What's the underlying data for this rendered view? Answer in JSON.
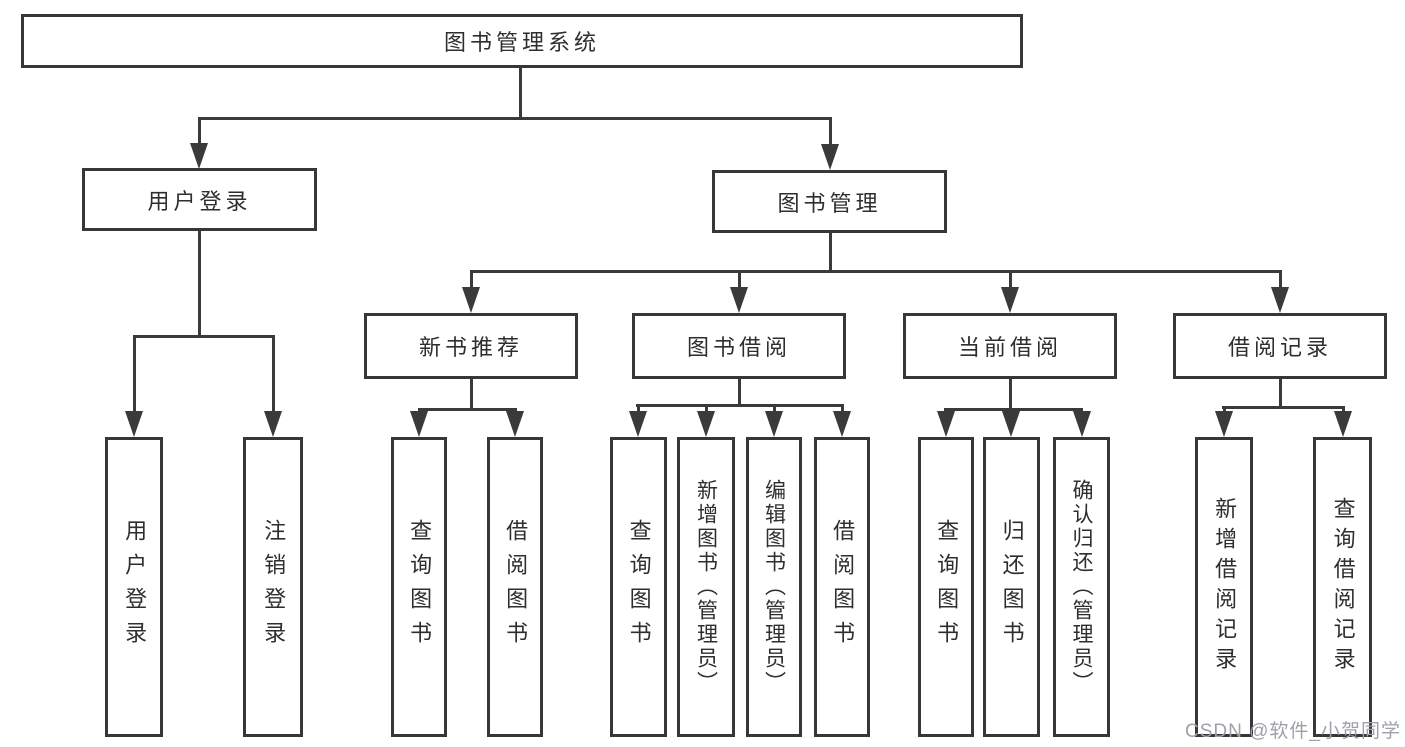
{
  "diagram": {
    "title": "图书管理系统",
    "level2": [
      {
        "label": "用户登录"
      },
      {
        "label": "图书管理"
      }
    ],
    "level3": [
      {
        "label": "新书推荐"
      },
      {
        "label": "图书借阅"
      },
      {
        "label": "当前借阅"
      },
      {
        "label": "借阅记录"
      }
    ],
    "leaves": {
      "user_login": [
        {
          "label": "用户登录"
        },
        {
          "label": "注销登录"
        }
      ],
      "new_book": [
        {
          "label": "查询图书"
        },
        {
          "label": "借阅图书"
        }
      ],
      "book_borrow": [
        {
          "label": "查询图书"
        },
        {
          "label": "新增图书（管理员）"
        },
        {
          "label": "编辑图书（管理员）"
        },
        {
          "label": "借阅图书"
        }
      ],
      "current_borrow": [
        {
          "label": "查询图书"
        },
        {
          "label": "归还图书"
        },
        {
          "label": "确认归还（管理员）"
        }
      ],
      "borrow_record": [
        {
          "label": "新增借阅记录"
        },
        {
          "label": "查询借阅记录"
        }
      ]
    },
    "watermark": "CSDN @软件_小贺同学",
    "colors": {
      "line": "#3a3a3a",
      "text": "#2e2e31",
      "watermark": "#9fa0a8",
      "background": "#ffffff"
    }
  }
}
